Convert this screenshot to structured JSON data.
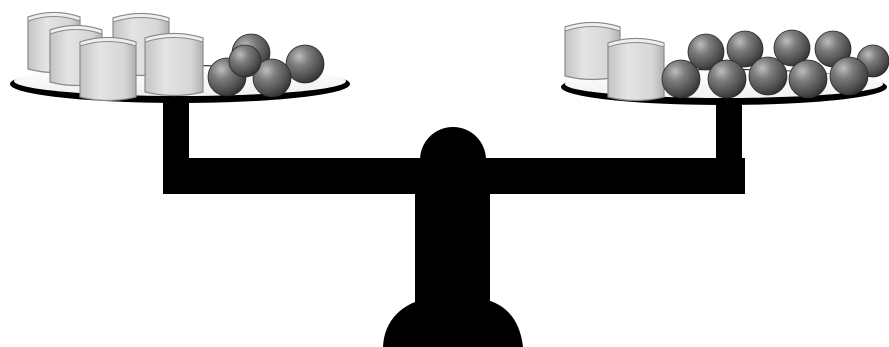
{
  "scene": {
    "background_color": "#ffffff",
    "balance": {
      "color": "#000000",
      "state": "balanced"
    },
    "left_pan": {
      "cube_count": 5,
      "sphere_count": 5,
      "cube_color": "#d0d0d0",
      "sphere_color": "#5a5a5a"
    },
    "right_pan": {
      "cube_count": 2,
      "sphere_count": 10,
      "cube_color": "#d0d0d0",
      "sphere_color": "#5a5a5a"
    }
  }
}
